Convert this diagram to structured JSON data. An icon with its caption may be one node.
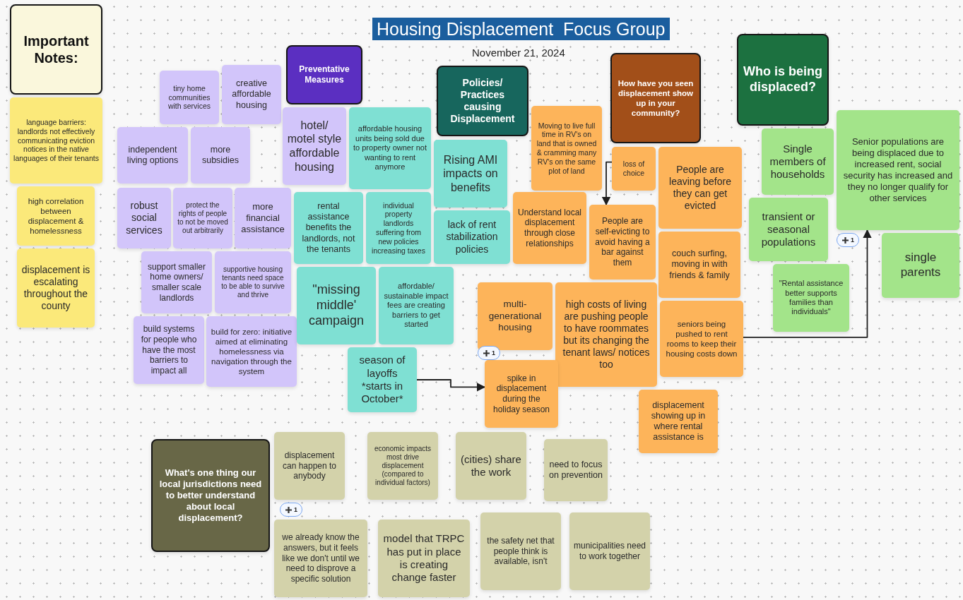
{
  "diagram": {
    "title": "Housing Displacement  Focus Group",
    "nodes": [
      {
        "text": [
          "Important Notes:"
        ]
      },
      {
        "text": [
          "language barriers: landlords not effectively communicating eviction notices in the native languages of their tenants"
        ]
      },
      {
        "text": [
          "high correlation between displacement & homelessness"
        ]
      },
      {
        "text": [
          "displacement is escalating throughout the county"
        ]
      },
      {
        "text": [
          "Preventative Measures"
        ]
      },
      {
        "text": [
          "tiny home communities with services"
        ]
      },
      {
        "text": [
          "creative affordable housing"
        ]
      },
      {
        "text": [
          "hotel/ motel style affordable housing"
        ]
      },
      {
        "text": [
          "independent living options"
        ]
      },
      {
        "text": [
          "more subsidies"
        ]
      },
      {
        "text": [
          "robust social services"
        ]
      },
      {
        "text": [
          "protect the rights of people to not be moved out arbitrarily"
        ]
      },
      {
        "text": [
          "more financial assistance"
        ]
      },
      {
        "text": [
          "supportive housing tenants need space to be able to survive and thrive"
        ]
      },
      {
        "text": [
          "support smaller home owners/ smaller scale landlords"
        ]
      },
      {
        "text": [
          "build systems for people who have the most barriers to impact all"
        ]
      },
      {
        "text": [
          "build for zero: initiative aimed at eliminating homelessness via navigation through the system"
        ]
      },
      {
        "text": [
          "Policies/ Practices causing Displacement"
        ]
      },
      {
        "text": [
          "affordable housing units being sold due to property owner not wanting to rent anymore"
        ]
      },
      {
        "text": [
          "Rising AMI impacts on benefits"
        ]
      },
      {
        "text": [
          "rental assistance benefits the landlords, not the tenants"
        ]
      },
      {
        "text": [
          "individual property landlords suffering from new policies increasing taxes"
        ]
      },
      {
        "text": [
          "lack of rent stabilization policies"
        ]
      },
      {
        "text": [
          "\"missing middle' campaign"
        ]
      },
      {
        "text": [
          "affordable/ sustainable impact fees are creating barriers to get started"
        ]
      },
      {
        "text": [
          "season of layoffs *starts in October*"
        ]
      },
      {
        "text": [
          "How have you seen displacement show up in your community?"
        ]
      },
      {
        "text": [
          "Moving to live full time in RV's on land that is owned & cramming many RV's on the same plot of land"
        ]
      },
      {
        "text": [
          "loss of choice"
        ]
      },
      {
        "text": [
          "People are leaving before they can get evicted"
        ]
      },
      {
        "text": [
          "Understand local displacement through close relationships"
        ]
      },
      {
        "text": [
          "People are self-evicting to avoid having a bar against them"
        ]
      },
      {
        "text": [
          "couch surfing, moving in with friends & family"
        ]
      },
      {
        "text": [
          "multi-generational housing"
        ]
      },
      {
        "text": [
          "high costs of living are pushing people to have roommates but its changing the tenant laws/ notices too"
        ]
      },
      {
        "text": [
          "seniors being pushed to rent rooms to keep their housing costs down"
        ]
      },
      {
        "text": [
          "spike in displacement during the holiday season"
        ]
      },
      {
        "text": [
          "displacement showing up in where rental assistance is"
        ]
      },
      {
        "text": [
          "Who is being displaced?"
        ]
      },
      {
        "text": [
          "Single members of households"
        ]
      },
      {
        "text": [
          "Senior populations are being displaced due to increased rent, social security has increased and they no longer qualify for other services"
        ]
      },
      {
        "text": [
          "transient or seasonal populations"
        ]
      },
      {
        "text": [
          "\"Rental assistance better supports families than individuals\""
        ]
      },
      {
        "text": [
          "single parents"
        ]
      },
      {
        "text": [
          "What's one thing our local jurisdictions need to better understand about local displacement?"
        ]
      },
      {
        "text": [
          "displacement can happen to anybody"
        ]
      },
      {
        "text": [
          "economic impacts most drive displacement (compared to individual factors)"
        ]
      },
      {
        "text": [
          "(cities) share the work"
        ]
      },
      {
        "text": [
          "need to focus on prevention"
        ]
      },
      {
        "text": [
          "we already know the answers, but it feels like we don't until we need to disprove a specific solution"
        ]
      },
      {
        "text": [
          "model that TRPC has put in place is creating change faster"
        ]
      },
      {
        "text": [
          "the safety net that people think is available, isn't"
        ]
      },
      {
        "text": [
          "municipalities need to work together"
        ]
      }
    ],
    "edges": [
      {
        "from": 25,
        "to": 36,
        "arrow": "to"
      },
      {
        "from": 28,
        "to": 31,
        "arrow": "to"
      },
      {
        "from": 35,
        "to": 40,
        "arrow": "to"
      }
    ],
    "labels": [
      "November 21, 2024",
      "1",
      "1",
      "1"
    ]
  }
}
